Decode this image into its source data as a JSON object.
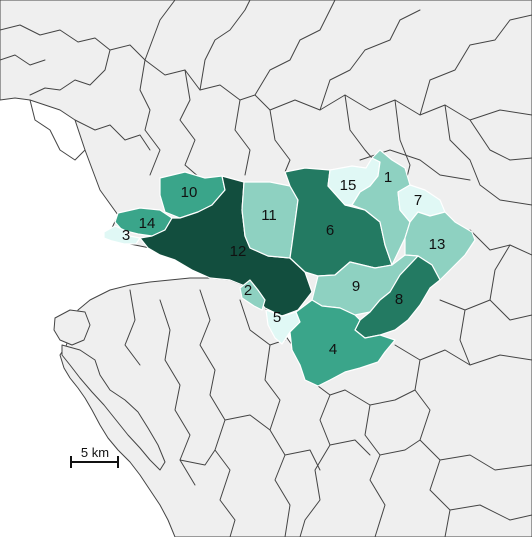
{
  "legend_colors": {
    "lightest": "#e0f8f5",
    "light": "#8ed1c1",
    "medium": "#3aa58a",
    "dark": "#237a62",
    "darkest": "#124e3e"
  },
  "land_color": "#efefef",
  "sea_color": "#ffffff",
  "regions": [
    {
      "id": "1",
      "label": "1"
    },
    {
      "id": "2",
      "label": "2"
    },
    {
      "id": "3",
      "label": "3"
    },
    {
      "id": "4",
      "label": "4"
    },
    {
      "id": "5",
      "label": "5"
    },
    {
      "id": "6",
      "label": "6"
    },
    {
      "id": "7",
      "label": "7"
    },
    {
      "id": "8",
      "label": "8"
    },
    {
      "id": "9",
      "label": "9"
    },
    {
      "id": "10",
      "label": "10"
    },
    {
      "id": "11",
      "label": "11"
    },
    {
      "id": "12",
      "label": "12"
    },
    {
      "id": "13",
      "label": "13"
    },
    {
      "id": "14",
      "label": "14"
    },
    {
      "id": "15",
      "label": "15"
    }
  ],
  "scale_bar": {
    "label": "5 km"
  }
}
